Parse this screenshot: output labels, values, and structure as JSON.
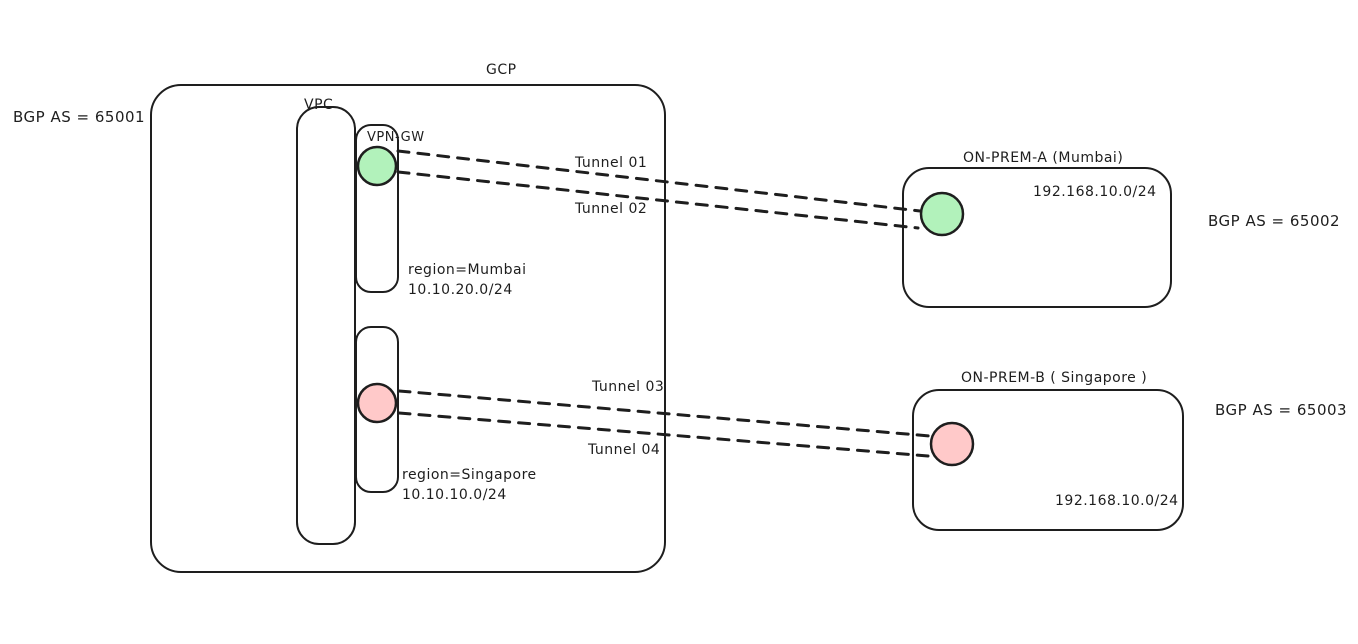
{
  "colors": {
    "stroke": "#1e1e1e",
    "green_fill": "#b2f2bb",
    "pink_fill": "#ffc9c9",
    "background": "#ffffff"
  },
  "gcp": {
    "label": "GCP",
    "bgp_as": "BGP AS = 65001",
    "vpc": {
      "label": "VPC"
    },
    "vpn_gateways": [
      {
        "label": "VPN-GW",
        "region": "region=Mumbai",
        "subnet": "10.10.20.0/24",
        "status_color": "#b2f2bb"
      },
      {
        "label": "",
        "region": "region=Singapore",
        "subnet": "10.10.10.0/24",
        "status_color": "#ffc9c9"
      }
    ]
  },
  "tunnels": [
    {
      "label": "Tunnel 01"
    },
    {
      "label": "Tunnel 02"
    },
    {
      "label": "Tunnel 03"
    },
    {
      "label": "Tunnel 04"
    }
  ],
  "on_prem_a": {
    "title": "ON-PREM-A (Mumbai)",
    "subnet": "192.168.10.0/24",
    "bgp_as": "BGP AS = 65002",
    "endpoint_color": "#b2f2bb"
  },
  "on_prem_b": {
    "title": "ON-PREM-B ( Singapore )",
    "subnet": "192.168.10.0/24",
    "bgp_as": "BGP AS = 65003",
    "endpoint_color": "#ffc9c9"
  }
}
